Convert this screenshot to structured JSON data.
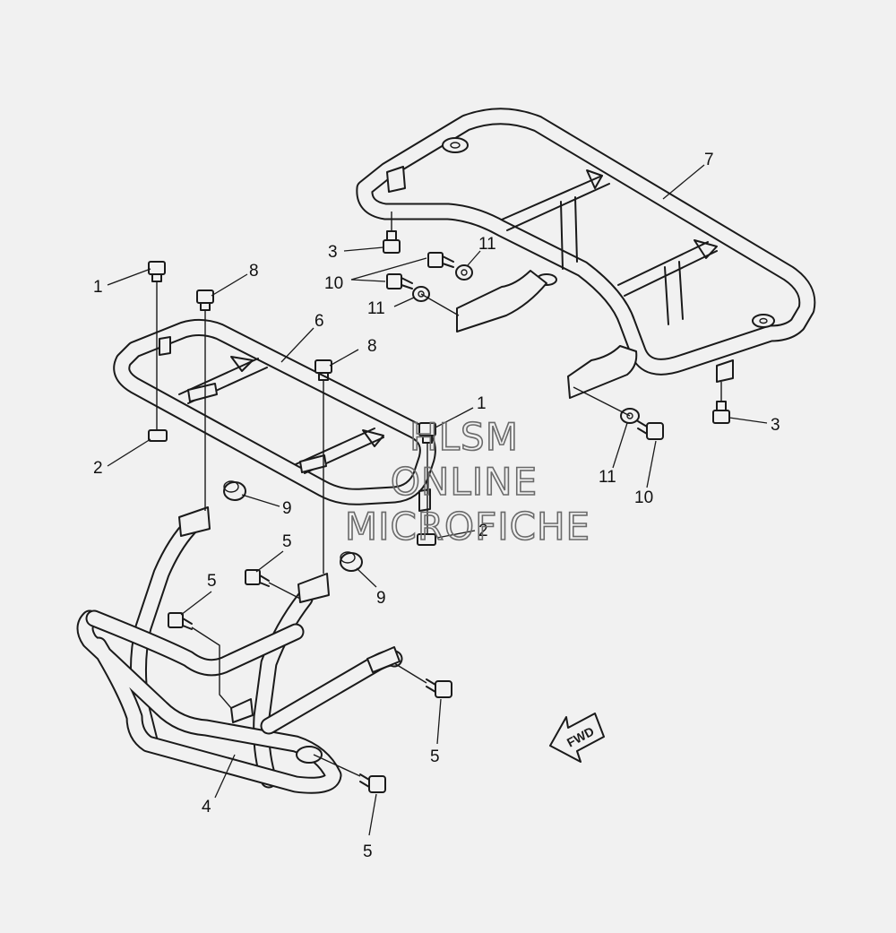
{
  "callouts": [
    {
      "id": "c1a",
      "text": "1"
    },
    {
      "id": "c1b",
      "text": "1"
    },
    {
      "id": "c2a",
      "text": "2"
    },
    {
      "id": "c2b",
      "text": "2"
    },
    {
      "id": "c3a",
      "text": "3"
    },
    {
      "id": "c3b",
      "text": "3"
    },
    {
      "id": "c4",
      "text": "4"
    },
    {
      "id": "c5a",
      "text": "5"
    },
    {
      "id": "c5b",
      "text": "5"
    },
    {
      "id": "c5c",
      "text": "5"
    },
    {
      "id": "c5d",
      "text": "5"
    },
    {
      "id": "c6",
      "text": "6"
    },
    {
      "id": "c7",
      "text": "7"
    },
    {
      "id": "c8a",
      "text": "8"
    },
    {
      "id": "c8b",
      "text": "8"
    },
    {
      "id": "c9a",
      "text": "9"
    },
    {
      "id": "c9b",
      "text": "9"
    },
    {
      "id": "c10a",
      "text": "10"
    },
    {
      "id": "c10b",
      "text": "10"
    },
    {
      "id": "c11a",
      "text": "11"
    },
    {
      "id": "c11b",
      "text": "11"
    },
    {
      "id": "c11c",
      "text": "11"
    }
  ],
  "direction_arrow": "FWD",
  "watermark": [
    "HLSM",
    "ONLINE",
    "MICROFICHE"
  ]
}
